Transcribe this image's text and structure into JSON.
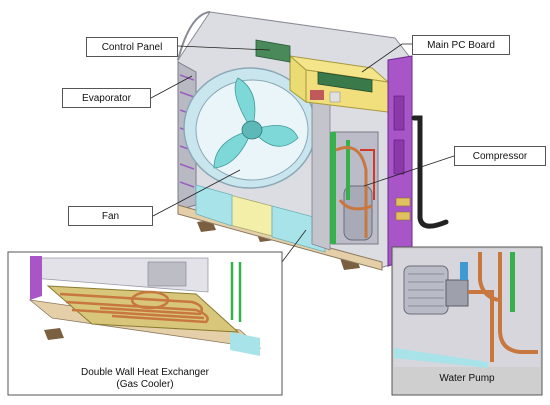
{
  "labels": {
    "control_panel": "Control Panel",
    "main_pc_board": "Main PC Board",
    "evaporator": "Evaporator",
    "compressor": "Compressor",
    "fan": "Fan"
  },
  "insets": {
    "heat_exchanger_line1": "Double Wall Heat Exchanger",
    "heat_exchanger_line2": "(Gas Cooler)",
    "water_pump": "Water Pump"
  },
  "colors": {
    "casing": "#dcdde2",
    "casing_edge": "#8a8a96",
    "side_panel": "#a855c8",
    "fan_blade": "#7fd8d8",
    "fan_ring": "#c9e6ee",
    "base_water": "#a9e3ea",
    "base_yellow": "#f3eea8",
    "pcb_yellow": "#f4e58a",
    "pcb_green": "#3a7a4a",
    "pipe_copper": "#c8783f",
    "pipe_green": "#36b04a",
    "hx_plate": "#d8c67a",
    "inset_border": "#555555",
    "pump_bg": "#cfcfcf"
  }
}
